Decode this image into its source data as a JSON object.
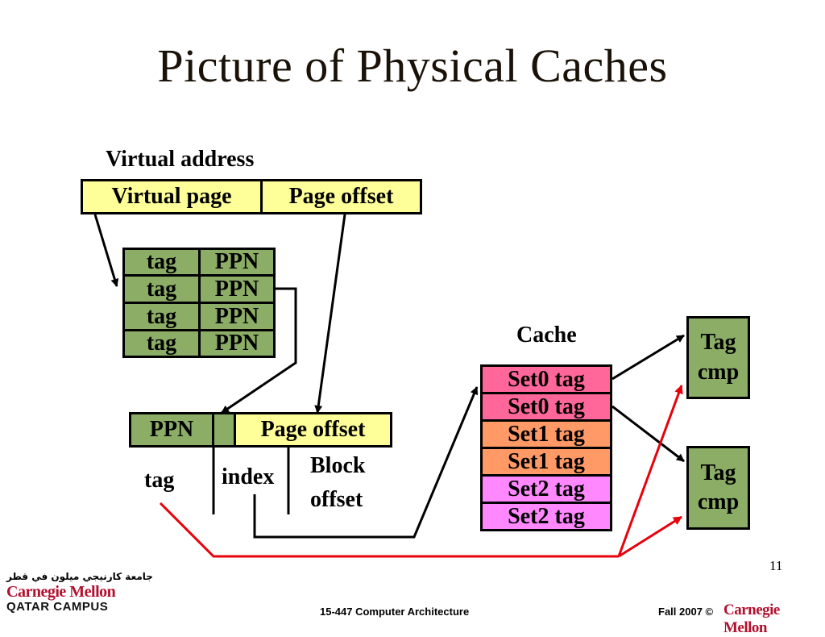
{
  "title": "Picture of Physical Caches",
  "virtual_address": {
    "heading": "Virtual address",
    "fields": [
      "Virtual page",
      "Page offset"
    ]
  },
  "tlb": {
    "rows": [
      {
        "tag": "tag",
        "ppn": "PPN"
      },
      {
        "tag": "tag",
        "ppn": "PPN"
      },
      {
        "tag": "tag",
        "ppn": "PPN"
      },
      {
        "tag": "tag",
        "ppn": "PPN"
      }
    ]
  },
  "physical_address": {
    "fields": [
      "PPN",
      "Page offset"
    ],
    "labels": {
      "tag": "tag",
      "index": "index",
      "block_offset_1": "Block",
      "block_offset_2": "offset"
    }
  },
  "cache": {
    "heading": "Cache",
    "rows": [
      "Set0 tag",
      "Set0 tag",
      "Set1 tag",
      "Set1 tag",
      "Set2 tag",
      "Set2 tag"
    ]
  },
  "comparators": [
    {
      "line1": "Tag",
      "line2": "cmp"
    },
    {
      "line1": "Tag",
      "line2": "cmp"
    }
  ],
  "slide_number": "11",
  "footer": {
    "arabic": "جامعة كارنيجي ميلون في قطر",
    "logo_line1": "Carnegie Mellon",
    "logo_line2": "QATAR CAMPUS",
    "course": "15-447  Computer Architecture",
    "term": "Fall 2007 ©",
    "brand": "Carnegie Mellon"
  },
  "colors": {
    "yellow": "#ffff99",
    "green": "#8cad66",
    "set0": "#ff6699",
    "set1": "#ff9966",
    "set2": "#ff88ff",
    "red_wire": "#e8000b",
    "cmu_red": "#b2102f"
  }
}
